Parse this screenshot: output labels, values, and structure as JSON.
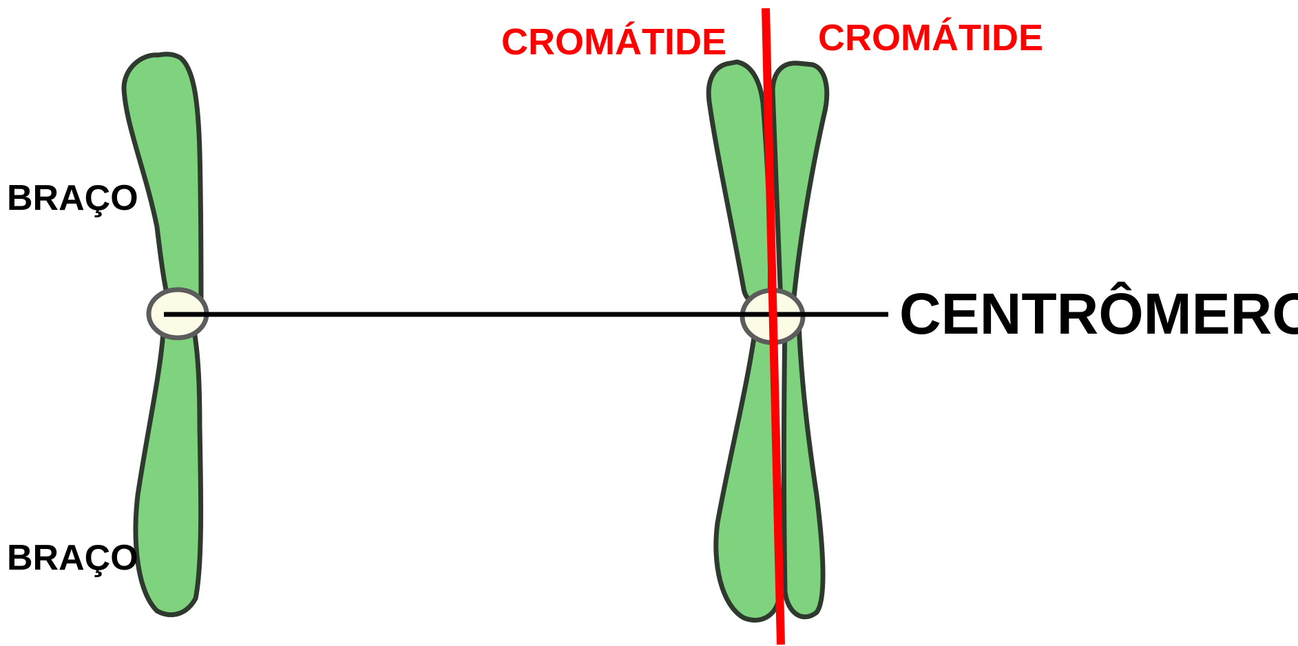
{
  "labels": {
    "arm_top": "BRAÇO",
    "arm_bottom": "BRAÇO",
    "chromatid_left": "CROMÁTIDE",
    "chromatid_right": "CROMÁTIDE",
    "centromere": "CENTRÔMERO"
  },
  "colors": {
    "chromosome_fill": "#7fd37f",
    "chromosome_outline": "#2f3a2f",
    "centromere_fill": "#fbfbe6",
    "centromere_outline": "#5c5c5c",
    "highlight_red": "#ff0000",
    "pointer_line": "#000000"
  }
}
